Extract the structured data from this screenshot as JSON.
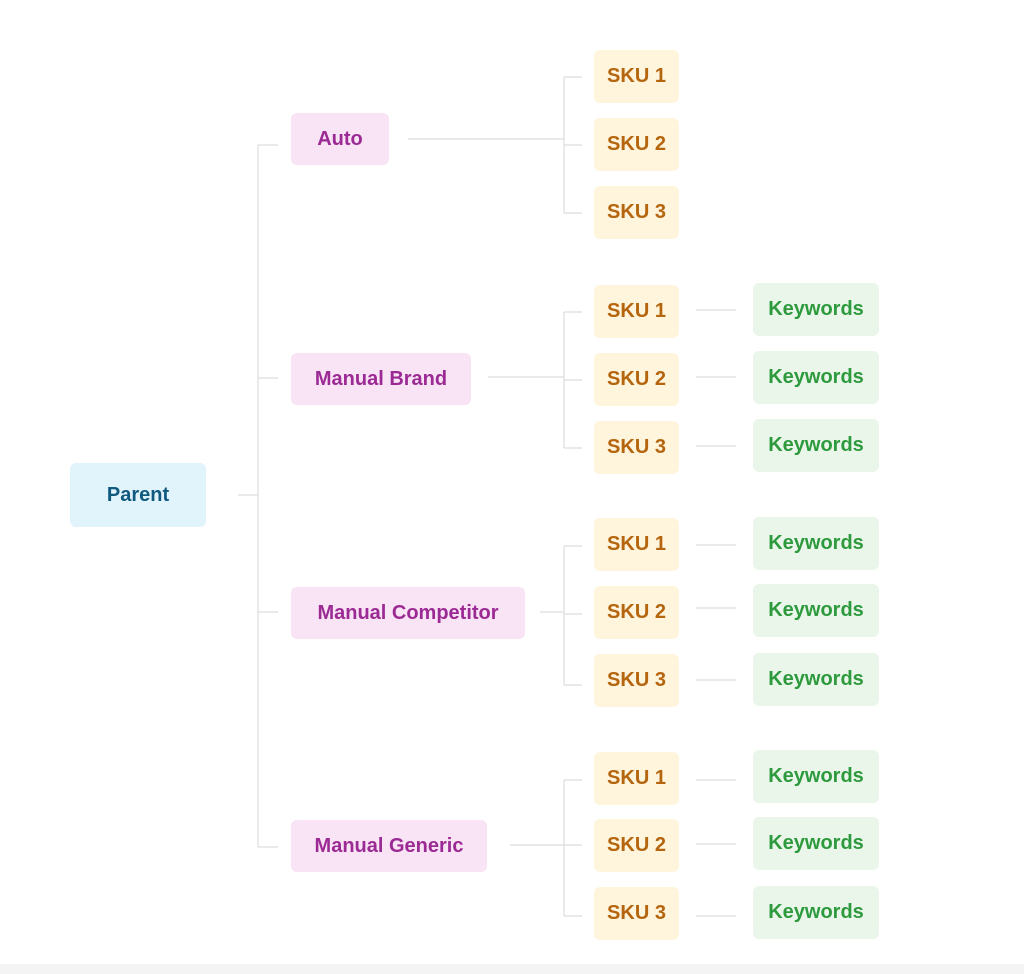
{
  "diagram": {
    "root": {
      "label": "Parent"
    },
    "campaigns": [
      {
        "label": "Auto",
        "skus": [
          {
            "label": "SKU 1",
            "keyword": ""
          },
          {
            "label": "SKU 2",
            "keyword": ""
          },
          {
            "label": "SKU 3",
            "keyword": ""
          }
        ]
      },
      {
        "label": "Manual Brand",
        "skus": [
          {
            "label": "SKU 1",
            "keyword": "Keywords"
          },
          {
            "label": "SKU 2",
            "keyword": "Keywords"
          },
          {
            "label": "SKU 3",
            "keyword": "Keywords"
          }
        ]
      },
      {
        "label": "Manual Competitor",
        "skus": [
          {
            "label": "SKU 1",
            "keyword": "Keywords"
          },
          {
            "label": "SKU 2",
            "keyword": "Keywords"
          },
          {
            "label": "SKU 3",
            "keyword": "Keywords"
          }
        ]
      },
      {
        "label": "Manual Generic",
        "skus": [
          {
            "label": "SKU 1",
            "keyword": "Keywords"
          },
          {
            "label": "SKU 2",
            "keyword": "Keywords"
          },
          {
            "label": "SKU 3",
            "keyword": "Keywords"
          }
        ]
      }
    ]
  },
  "colors": {
    "root_bg": "#e1f3fb",
    "root_text": "#0f5a7e",
    "campaign_bg": "#f8e4f5",
    "campaign_text": "#9c2a94",
    "sku_bg": "#fff4dc",
    "sku_text": "#b4650e",
    "keyword_bg": "#eaf6ea",
    "keyword_text": "#2e9a3e",
    "connector": "#dddddd"
  }
}
